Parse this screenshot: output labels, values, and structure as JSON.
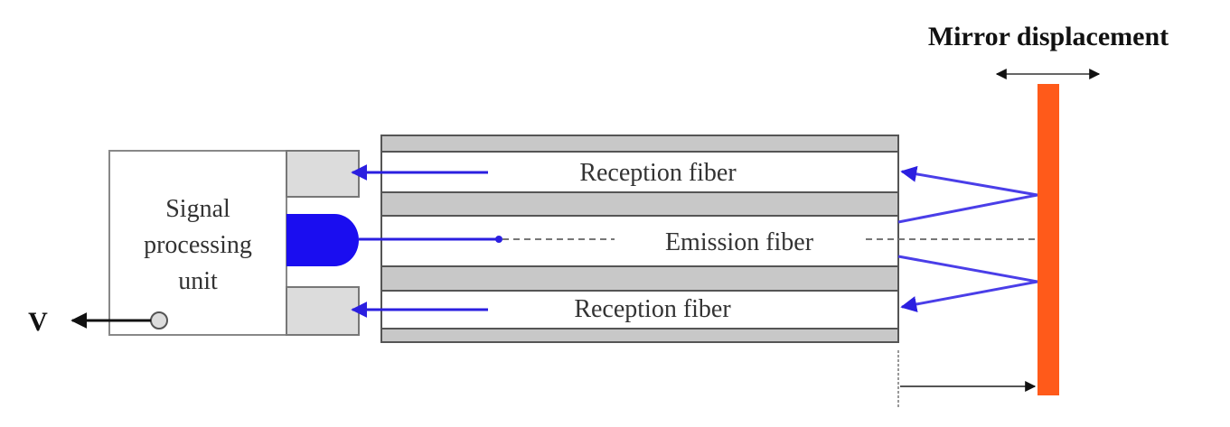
{
  "title": "Mirror displacement",
  "signal_unit": {
    "line1": "Signal",
    "line2": "processing",
    "line3": "unit"
  },
  "output_label": "V",
  "fibers": {
    "top": "Reception fiber",
    "middle": "Emission fiber",
    "bottom": "Reception fiber"
  },
  "colors": {
    "light_ray": "#2b1fe0",
    "emitter": "#1a0df0",
    "mirror": "#ff5a1a",
    "cladding": "#c8c8c8",
    "border": "#555555"
  }
}
